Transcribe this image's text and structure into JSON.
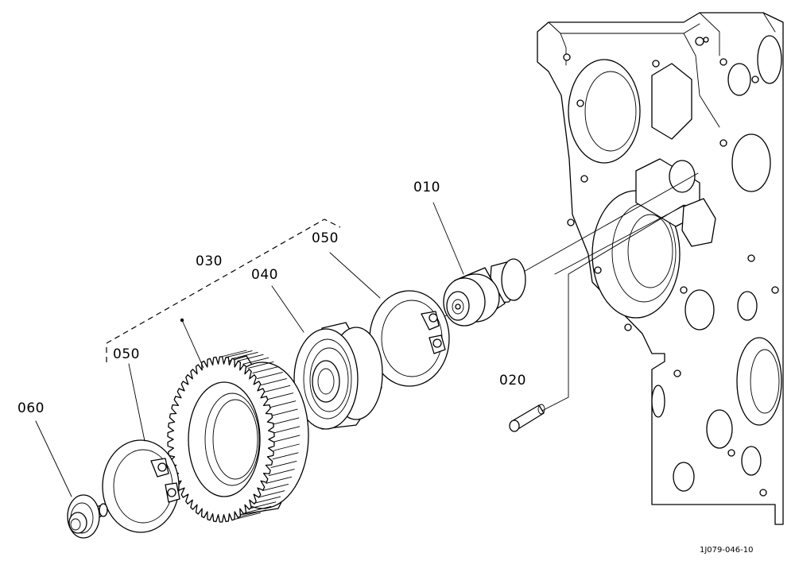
{
  "labels": {
    "part_010": "010",
    "part_020": "020",
    "part_030": "030",
    "part_040": "040",
    "part_050_upper": "050",
    "part_050_lower": "050",
    "part_060": "060"
  },
  "figure_code": "1J079-046-10"
}
